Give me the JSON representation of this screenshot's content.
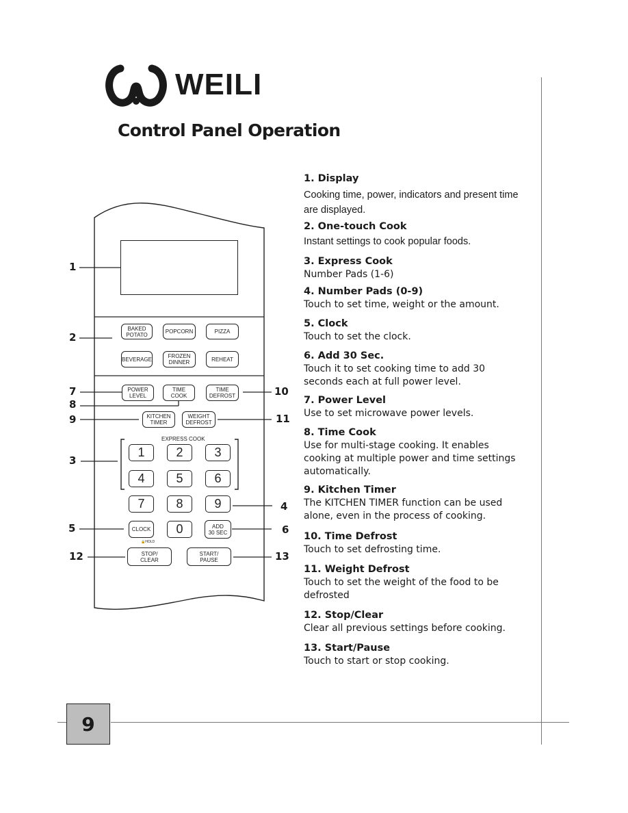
{
  "brand": {
    "name": "WEILI"
  },
  "title": "Control Panel Operation",
  "page_number": "9",
  "panel": {
    "one_touch": {
      "baked_potato": "BAKED\nPOTATO",
      "popcorn": "POPCORN",
      "pizza": "PIZZA",
      "beverage": "BEVERAGE",
      "frozen_dinner": "FROZEN\nDINNER",
      "reheat": "REHEAT"
    },
    "power_level": "POWER\nLEVEL",
    "time_cook": "TIME\nCOOK",
    "time_defrost": "TIME\nDEFROST",
    "kitchen_timer": "KITCHEN\nTIMER",
    "weight_defrost": "WEIGHT\nDEFROST",
    "express_cook_label": "EXPRESS COOK",
    "digits": [
      "1",
      "2",
      "3",
      "4",
      "5",
      "6",
      "7",
      "8",
      "9",
      "0"
    ],
    "clock": "CLOCK",
    "add_30": "ADD\n30 SEC",
    "hold_label": "HOLD",
    "stop_clear": "STOP/\nCLEAR",
    "start_pause": "START/\nPAUSE"
  },
  "callouts": [
    "1",
    "2",
    "3",
    "4",
    "5",
    "6",
    "7",
    "8",
    "9",
    "10",
    "11",
    "12",
    "13"
  ],
  "items": [
    {
      "title": "1. Display",
      "desc": "Cooking time, power, indicators and present time\nare displayed."
    },
    {
      "title": "2. One-touch Cook",
      "desc": "Instant settings to cook popular foods."
    },
    {
      "title": "3. Express Cook",
      "desc": "Number Pads (1-6)"
    },
    {
      "title": "4. Number Pads (0-9)",
      "desc": "Touch to set time, weight or the amount."
    },
    {
      "title": "5. Clock",
      "desc": "Touch to set the clock."
    },
    {
      "title": "6. Add 30 Sec.",
      "desc": "Touch it to set cooking time to add 30\n seconds each at full power level."
    },
    {
      "title": "7. Power Level",
      "desc": "Use to set microwave power levels."
    },
    {
      "title": "8. Time Cook",
      "desc": "Use for multi-stage cooking. It enables\ncooking at multiple power and time settings\n automatically."
    },
    {
      "title": "9. Kitchen Timer",
      "desc": "The KITCHEN TIMER function can be used\nalone, even in the process of cooking."
    },
    {
      "title": "10. Time Defrost",
      "desc": "Touch to set defrosting time."
    },
    {
      "title": "11. Weight Defrost",
      "desc": "Touch to set the weight of the food to be\n defrosted"
    },
    {
      "title": "12. Stop/Clear",
      "desc": "Clear all previous settings before cooking."
    },
    {
      "title": "13. Start/Pause",
      "desc": "Touch to start or stop cooking."
    }
  ]
}
